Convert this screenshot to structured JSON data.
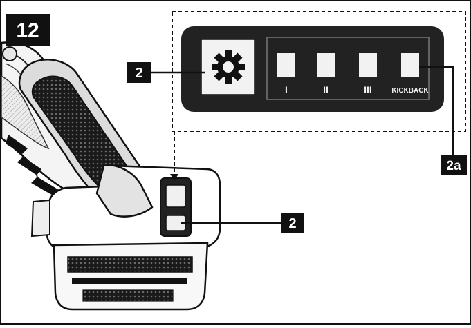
{
  "figure": {
    "number": "12"
  },
  "callouts": {
    "settings_button_top": "2",
    "settings_button_bottom": "2",
    "mode_indicator": "2a"
  },
  "panel": {
    "icon": "gear-icon",
    "modes": [
      {
        "label": "I"
      },
      {
        "label": "II"
      },
      {
        "label": "III"
      },
      {
        "label": "KICKBACK"
      }
    ]
  },
  "colors": {
    "ink": "#111111",
    "panel": "#222222",
    "paper": "#ffffff"
  }
}
